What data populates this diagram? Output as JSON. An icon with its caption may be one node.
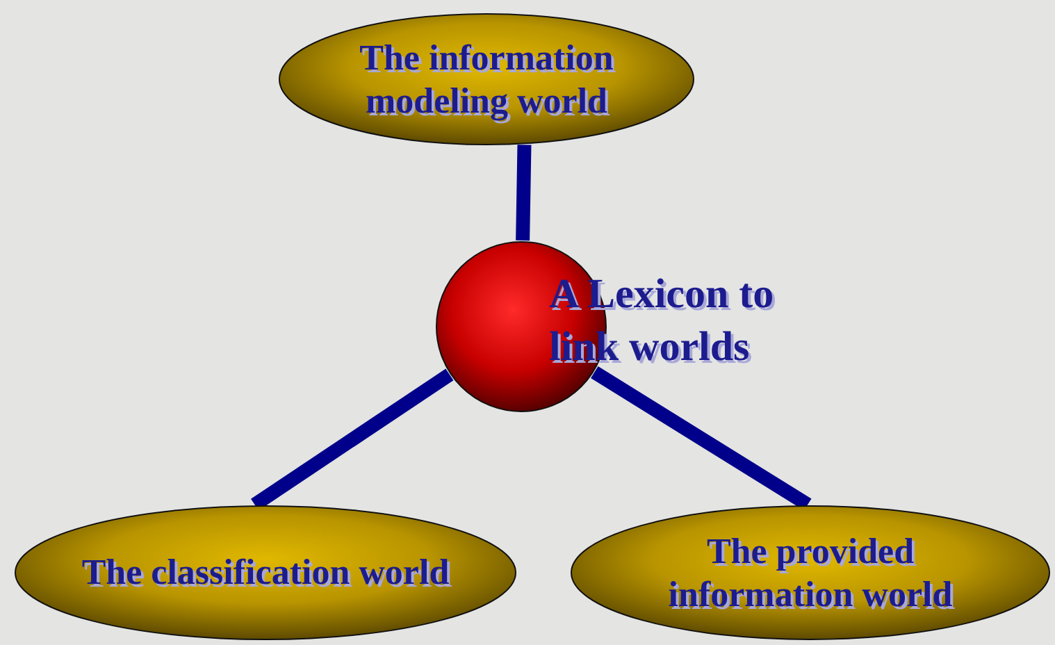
{
  "diagram": {
    "nodes": [
      {
        "text": [
          "The information modeling world"
        ]
      },
      {
        "text": [
          "A Lexicon to link worlds"
        ]
      },
      {
        "text": [
          "The classification world"
        ]
      },
      {
        "text": [
          "The provided information world"
        ]
      }
    ],
    "edges": [
      {
        "from": 1,
        "to": 0,
        "arrow": "none"
      },
      {
        "from": 1,
        "to": 2,
        "arrow": "none"
      },
      {
        "from": 1,
        "to": 3,
        "arrow": "none"
      }
    ]
  }
}
